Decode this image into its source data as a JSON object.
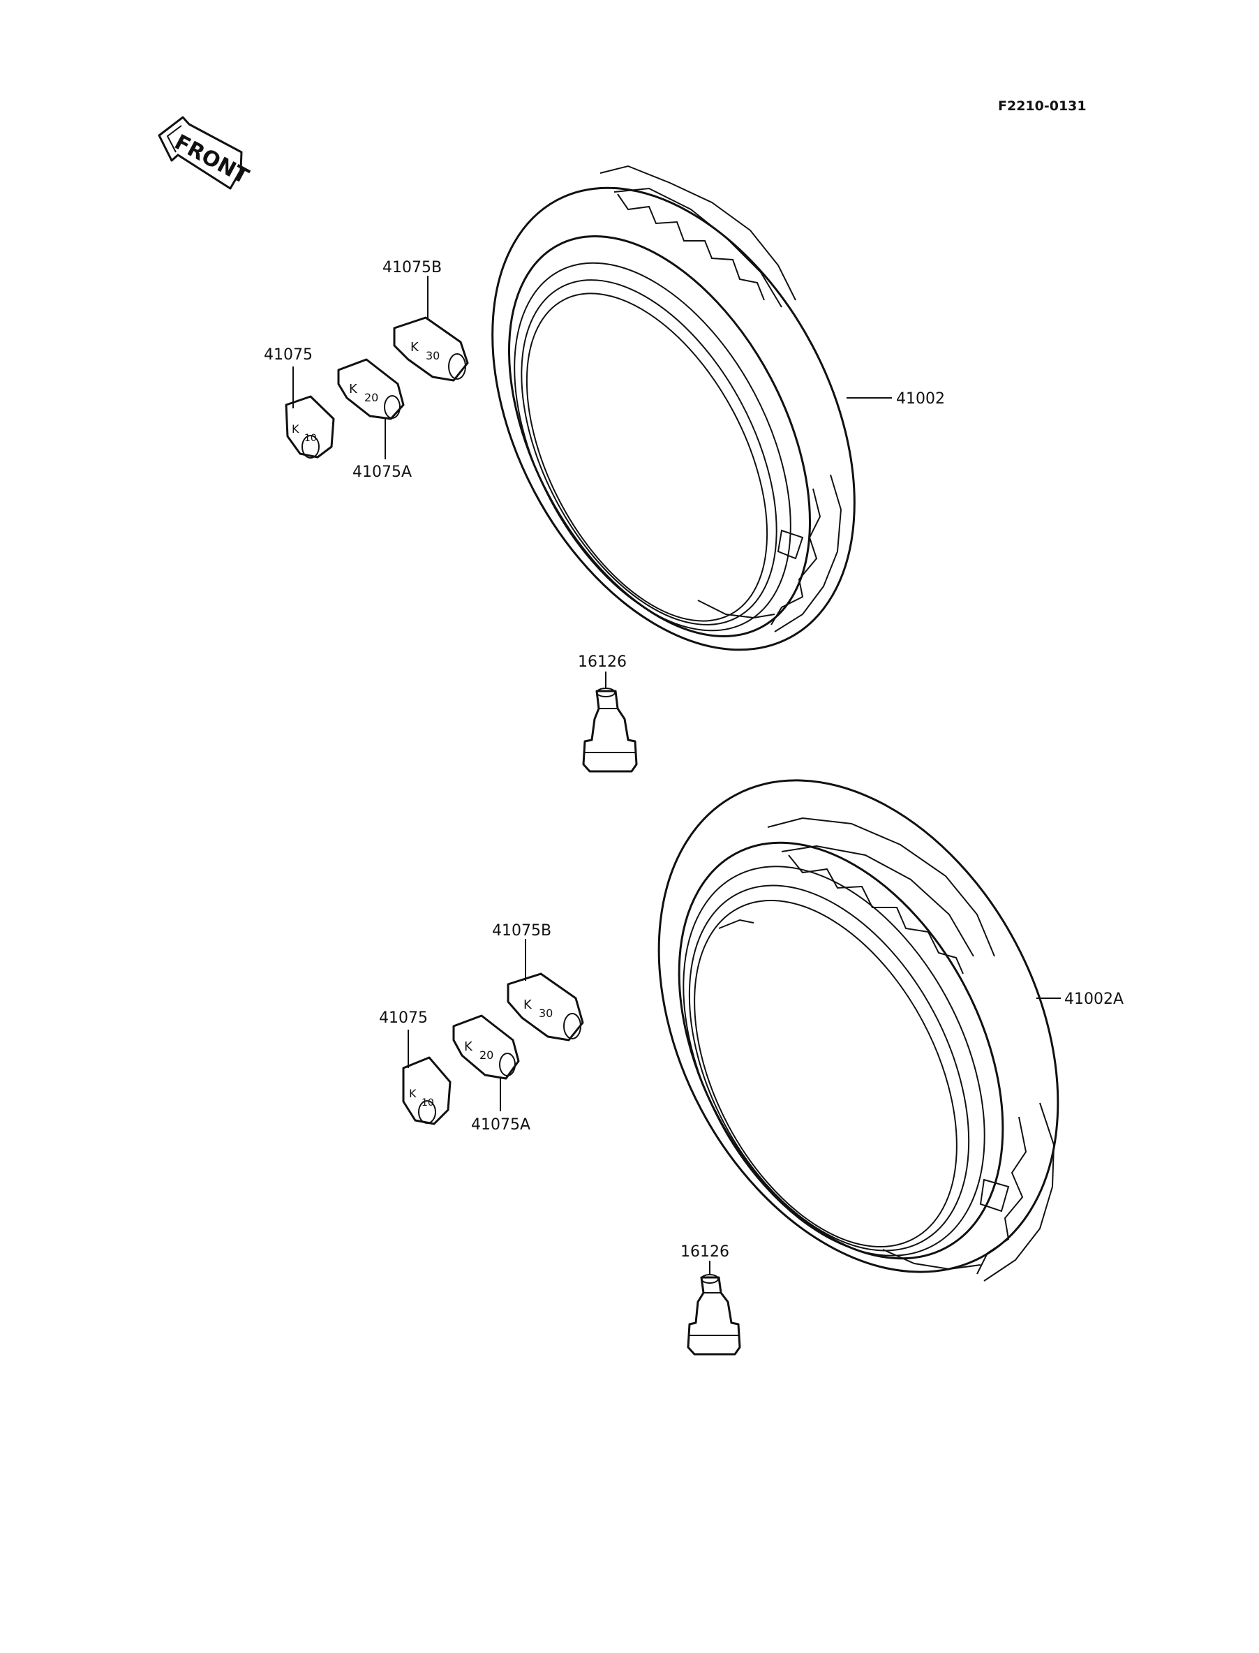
{
  "diagram_code": "F2210-0131",
  "front_label": "FRONT",
  "upper": {
    "tire": "41002",
    "weight_b": "41075B",
    "weight": "41075",
    "weight_a": "41075A",
    "valve": "16126",
    "weight_mark_b": "30",
    "weight_mark_a": "20",
    "weight_mark": "10",
    "weight_mark_k": "K"
  },
  "lower": {
    "tire": "41002A",
    "weight_b": "41075B",
    "weight": "41075",
    "weight_a": "41075A",
    "valve": "16126",
    "weight_mark_b": "30",
    "weight_mark_a": "20",
    "weight_mark": "10",
    "weight_mark_k": "K"
  }
}
